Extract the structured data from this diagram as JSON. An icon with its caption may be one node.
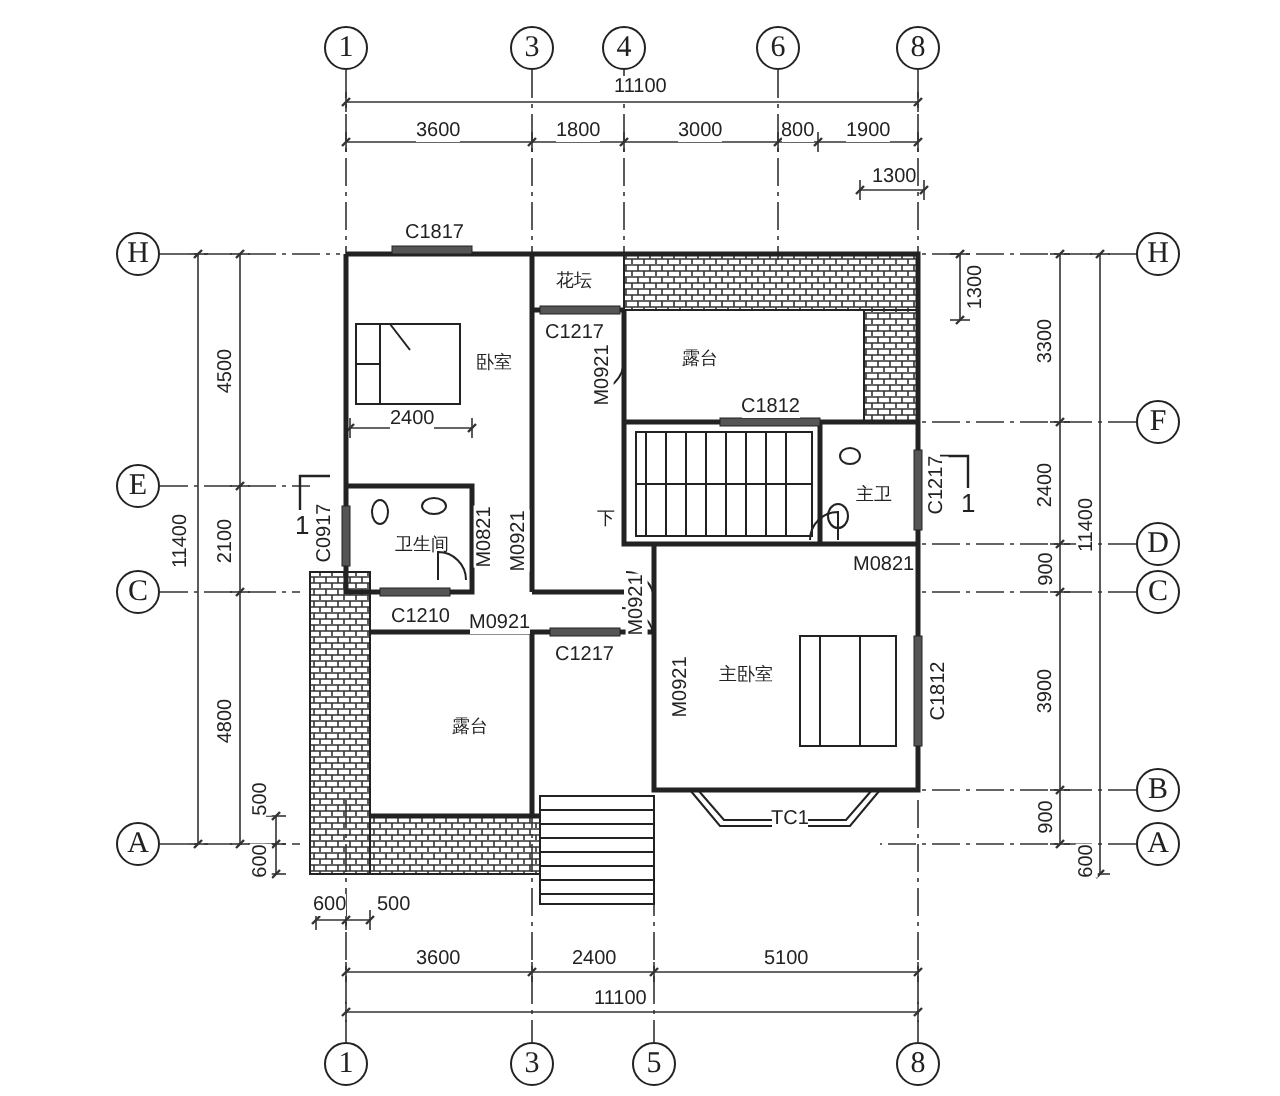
{
  "diagram": {
    "nodes": [
      {
        "text": [
          "1"
        ]
      },
      {
        "text": [
          "3"
        ]
      },
      {
        "text": [
          "4"
        ]
      },
      {
        "text": [
          "6"
        ]
      },
      {
        "text": [
          "8"
        ]
      },
      {
        "text": [
          "H"
        ]
      },
      {
        "text": [
          "H"
        ]
      },
      {
        "text": [
          "花坛"
        ]
      },
      {
        "text": [
          "卧室"
        ]
      },
      {
        "text": [
          "露台"
        ]
      },
      {
        "text": [
          "F"
        ]
      },
      {
        "text": [
          "E"
        ]
      },
      {
        "text": [
          "卫生间"
        ]
      },
      {
        "text": [
          "主卫"
        ]
      },
      {
        "text": [
          "D"
        ]
      },
      {
        "text": [
          "C"
        ]
      },
      {
        "text": [
          "C"
        ]
      },
      {
        "text": [
          "主卧室"
        ]
      },
      {
        "text": [
          "露台"
        ]
      },
      {
        "text": [
          "B"
        ]
      },
      {
        "text": [
          "A"
        ]
      },
      {
        "text": [
          "A"
        ]
      },
      {
        "text": [
          "1"
        ]
      },
      {
        "text": [
          "3"
        ]
      },
      {
        "text": [
          "5"
        ]
      },
      {
        "text": [
          "8"
        ]
      }
    ],
    "labels": [
      "11100",
      "3600",
      "1800",
      "3000",
      "800",
      "1900",
      "1300",
      "C1817",
      "1300",
      "4500",
      "3300",
      "C1217",
      "M0921",
      "C1812",
      "2400",
      "11400",
      "2100",
      "1",
      "C0917",
      "M0821",
      "M0921",
      "下",
      "C1217",
      "1",
      "2400",
      "11400",
      "M0821",
      "900",
      "C1210",
      "M0921",
      "M0921",
      "C1217",
      "M0921",
      "C1812",
      "4800",
      "3900",
      "500",
      "TC1",
      "900",
      "600",
      "600",
      "600",
      "500",
      "3600",
      "2400",
      "5100",
      "11100"
    ]
  }
}
